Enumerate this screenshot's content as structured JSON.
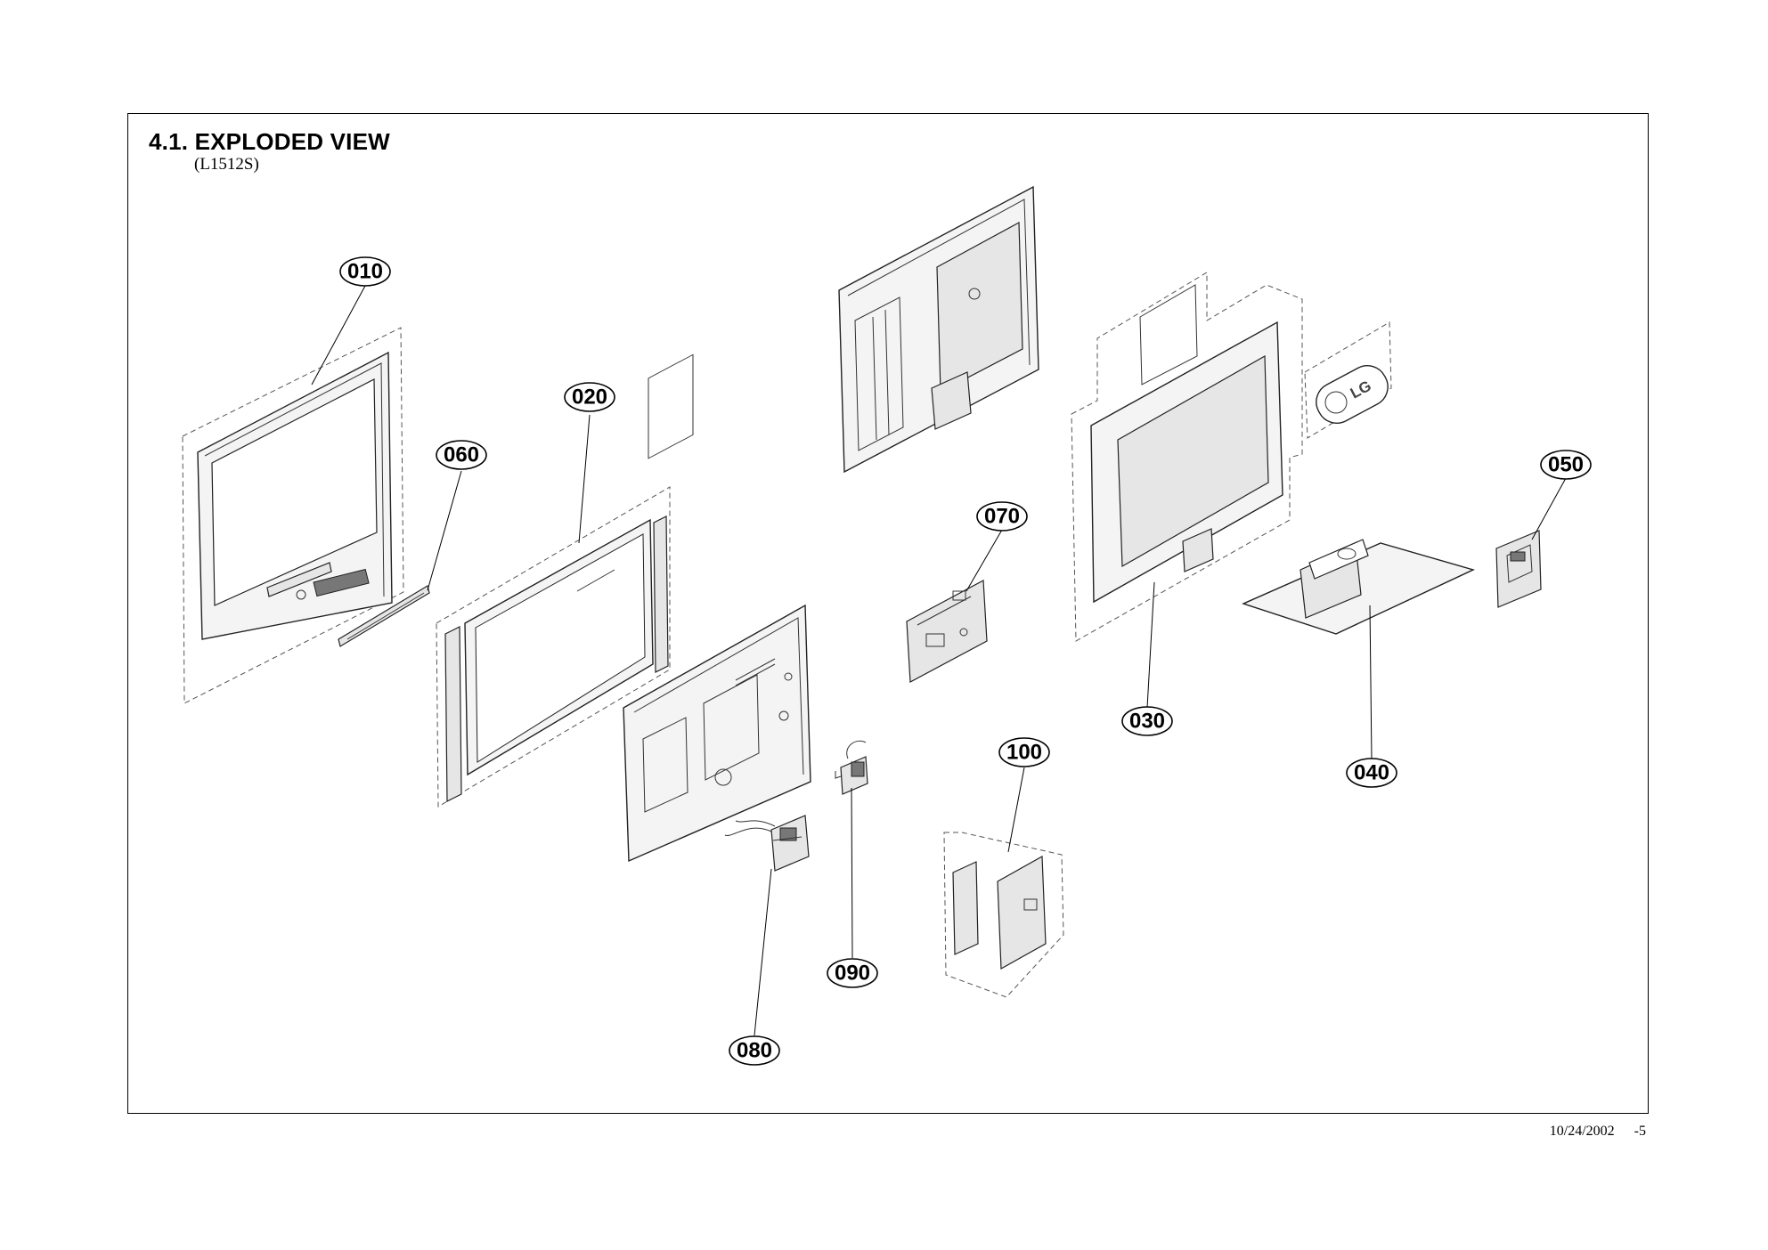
{
  "header": {
    "title": "4.1. EXPLODED VIEW",
    "model": "(L1512S)"
  },
  "footer": {
    "date": "10/24/2002",
    "page": "-5"
  },
  "back_cover_logo": "LG",
  "callouts": [
    "010",
    "020",
    "030",
    "040",
    "050",
    "060",
    "070",
    "080",
    "090",
    "100"
  ]
}
